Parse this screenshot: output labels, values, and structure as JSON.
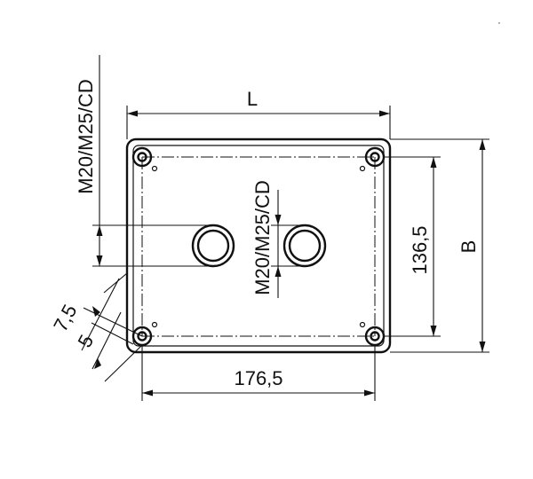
{
  "labels": {
    "length": "L",
    "height": "B",
    "hole_spacing_x": "176,5",
    "hole_spacing_y": "136,5",
    "thread_left": "M20/M25/CD",
    "thread_center": "M20/M25/CD",
    "offset_a": "7,5",
    "offset_b": "5"
  }
}
